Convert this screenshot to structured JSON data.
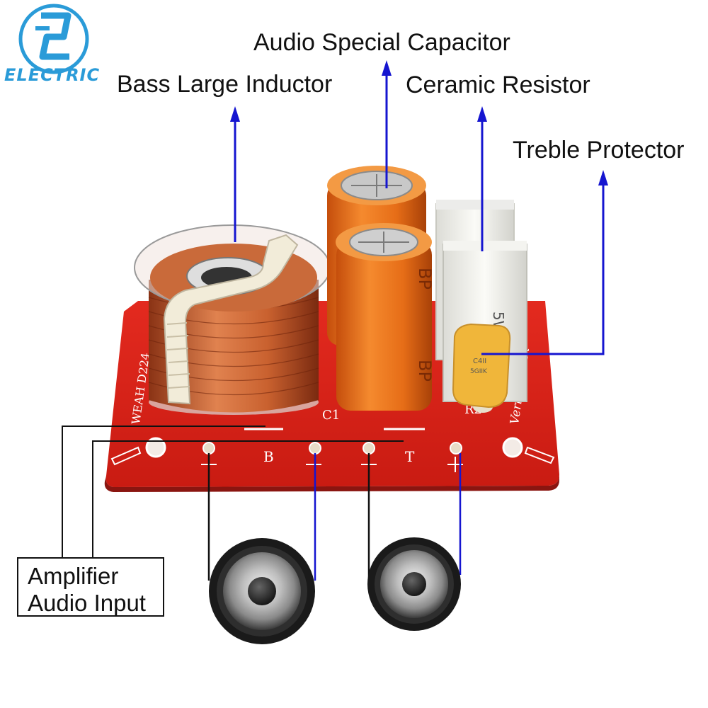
{
  "logo": {
    "text": "ELECTRIC",
    "color": "#2a9bd8"
  },
  "labels": {
    "bass": "Bass Large Inductor",
    "capacitor": "Audio Special Capacitor",
    "resistor": "Ceramic Resistor",
    "treble": "Treble Protector"
  },
  "amplifier": {
    "line1": "Amplifier",
    "line2": "Audio Input"
  },
  "board": {
    "silkscreen_left": "WEAH D224",
    "silkscreen_right": "Verilog Hi-Fi",
    "c1": "C1",
    "r2": "R2",
    "b": "B",
    "t": "T",
    "cap_marking": "BP",
    "resistor_marking": "5W",
    "cap_code_1": "C4II",
    "cap_code_2": "5GIIK",
    "color": "#e0241b"
  },
  "colors": {
    "pointer_blue": "#1515d0",
    "wire_black": "#111111"
  }
}
